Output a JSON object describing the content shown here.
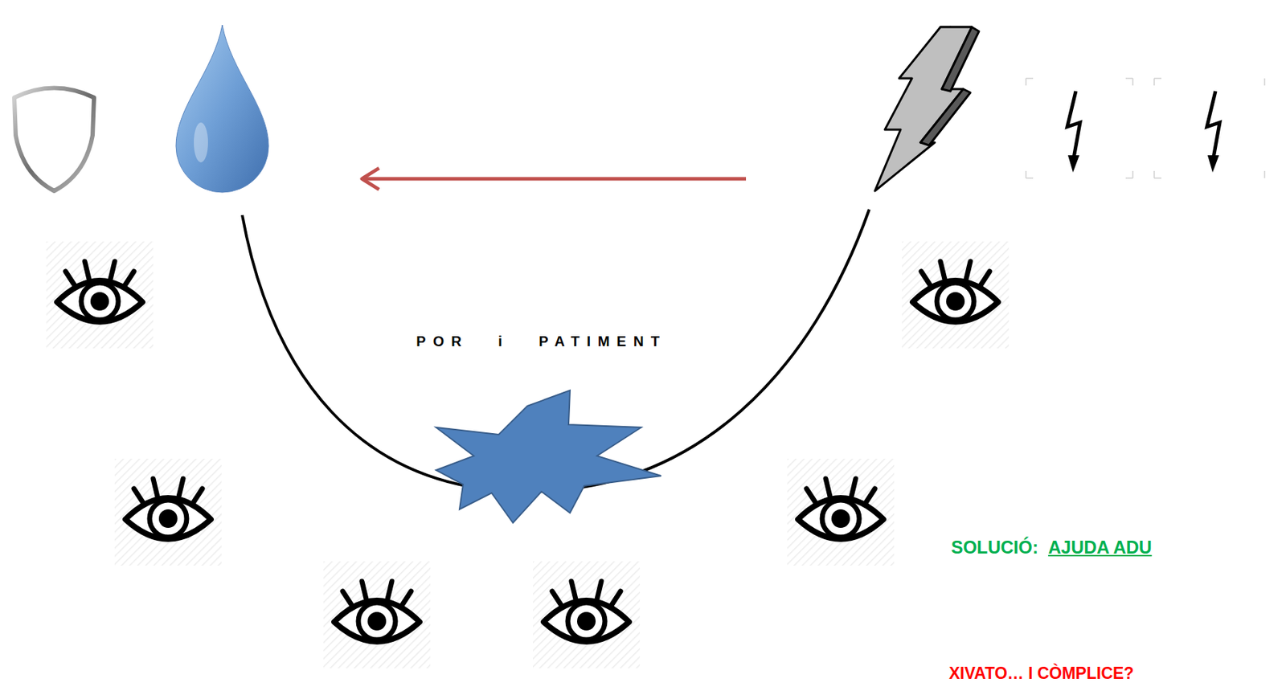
{
  "diagram": {
    "labels": [
      "POR i PATIMENT",
      "SOLUCIÓ:",
      "AJUDA ADU",
      "XIVATO… I CÒMPLICE?"
    ]
  }
}
